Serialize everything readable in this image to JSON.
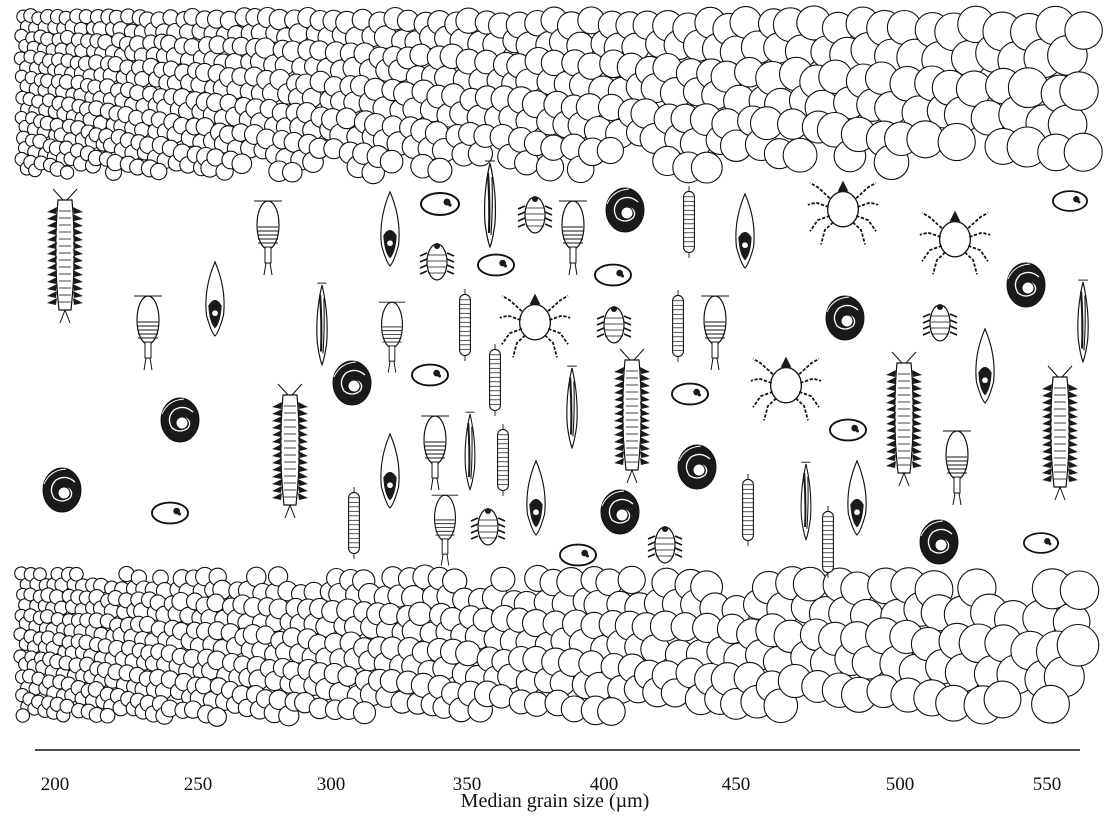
{
  "figure": {
    "xlabel": "Median grain size (µm)",
    "tick_labels": [
      "200",
      "250",
      "300",
      "350",
      "400",
      "450",
      "500",
      "550"
    ],
    "x_values_um": [
      200,
      250,
      300,
      350,
      400,
      450,
      500,
      550
    ],
    "xlim_um": [
      185,
      565
    ],
    "grain_rows": [
      "top",
      "bottom"
    ],
    "organisms": [
      "harpacticoid-copepod",
      "polychaete",
      "gastrotrich",
      "tardigrade",
      "mite",
      "turbellarian",
      "gastropod",
      "ciliate",
      "nematode",
      "oligochaete"
    ],
    "colors": {
      "line": "#111111",
      "fill_dark": "#1a1a1a",
      "background": "#ffffff"
    }
  }
}
